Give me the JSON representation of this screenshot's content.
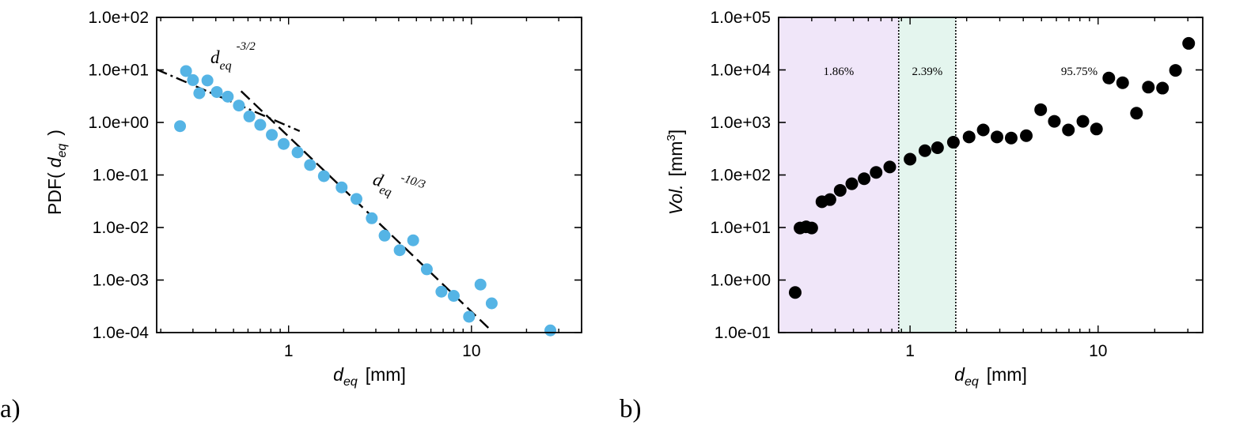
{
  "chart_data": [
    {
      "panel": "a)",
      "type": "scatter",
      "x_scale": "log",
      "y_scale": "log",
      "xlim": [
        0.19,
        40
      ],
      "ylim": [
        0.0001,
        100
      ],
      "x_ticks": [
        {
          "value": 1,
          "label": "1"
        },
        {
          "value": 10,
          "label": "10"
        }
      ],
      "y_ticks": [
        {
          "value": 100,
          "label": "1.0e+02"
        },
        {
          "value": 10,
          "label": "1.0e+01"
        },
        {
          "value": 1,
          "label": "1.0e+00"
        },
        {
          "value": 0.1,
          "label": "1.0e-01"
        },
        {
          "value": 0.01,
          "label": "1.0e-02"
        },
        {
          "value": 0.001,
          "label": "1.0e-03"
        },
        {
          "value": 0.0001,
          "label": "1.0e-04"
        }
      ],
      "xlabel": {
        "main": "d",
        "sub": "eq",
        "unit": "[mm]"
      },
      "ylabel": {
        "prefix": "PDF(",
        "main": "d",
        "sub": "eq",
        "suffix": ")"
      },
      "marker_color": "#55b4e5",
      "points": [
        {
          "x": 0.255,
          "y": 0.85
        },
        {
          "x": 0.275,
          "y": 9.5
        },
        {
          "x": 0.3,
          "y": 6.4
        },
        {
          "x": 0.325,
          "y": 3.6
        },
        {
          "x": 0.36,
          "y": 6.3
        },
        {
          "x": 0.405,
          "y": 3.8
        },
        {
          "x": 0.465,
          "y": 3.1
        },
        {
          "x": 0.535,
          "y": 2.1
        },
        {
          "x": 0.61,
          "y": 1.3
        },
        {
          "x": 0.7,
          "y": 0.9
        },
        {
          "x": 0.81,
          "y": 0.58
        },
        {
          "x": 0.94,
          "y": 0.39
        },
        {
          "x": 1.12,
          "y": 0.27
        },
        {
          "x": 1.31,
          "y": 0.155
        },
        {
          "x": 1.56,
          "y": 0.095
        },
        {
          "x": 1.95,
          "y": 0.058
        },
        {
          "x": 2.35,
          "y": 0.035
        },
        {
          "x": 2.85,
          "y": 0.015
        },
        {
          "x": 3.35,
          "y": 0.007
        },
        {
          "x": 4.05,
          "y": 0.0037
        },
        {
          "x": 4.8,
          "y": 0.0057
        },
        {
          "x": 5.7,
          "y": 0.0016
        },
        {
          "x": 6.85,
          "y": 0.0006
        },
        {
          "x": 8.0,
          "y": 0.0005
        },
        {
          "x": 9.7,
          "y": 0.0002
        },
        {
          "x": 11.2,
          "y": 0.00082
        },
        {
          "x": 12.9,
          "y": 0.00036
        },
        {
          "x": 27.0,
          "y": 0.00011
        }
      ],
      "fit_lines": [
        {
          "exponent": "-3/2",
          "x_range": [
            0.19,
            1.15
          ],
          "anchor": {
            "x": 0.19,
            "y": 10.2
          },
          "dash": "dashdot"
        },
        {
          "exponent": "-10/3",
          "x_range": [
            0.55,
            12.5
          ],
          "anchor": {
            "x": 0.55,
            "y": 3.95
          },
          "dash": "dash"
        }
      ],
      "annotations": [
        {
          "main": "d",
          "sub": "eq",
          "sup": "-3/2"
        },
        {
          "main": "d",
          "sub": "eq",
          "sup": "-10/3"
        }
      ]
    },
    {
      "panel": "b)",
      "type": "scatter",
      "x_scale": "log",
      "y_scale": "log",
      "xlim": [
        0.2,
        36
      ],
      "ylim": [
        0.1,
        100000
      ],
      "x_ticks": [
        {
          "value": 1,
          "label": "1"
        },
        {
          "value": 10,
          "label": "10"
        }
      ],
      "y_ticks": [
        {
          "value": 100000,
          "label": "1.0e+05"
        },
        {
          "value": 10000,
          "label": "1.0e+04"
        },
        {
          "value": 1000,
          "label": "1.0e+03"
        },
        {
          "value": 100,
          "label": "1.0e+02"
        },
        {
          "value": 10,
          "label": "1.0e+01"
        },
        {
          "value": 1,
          "label": "1.0e+00"
        },
        {
          "value": 0.1,
          "label": "1.0e-01"
        }
      ],
      "xlabel": {
        "main": "d",
        "sub": "eq",
        "unit": "[mm]"
      },
      "ylabel": {
        "main": "Vol.",
        "unit_prefix": "[mm",
        "unit_sup": "3",
        "unit_suffix": "]"
      },
      "marker_color": "#000000",
      "regions": [
        {
          "x_range": [
            0.2,
            0.87
          ],
          "color": "#f0e6f9",
          "label": "1.86%"
        },
        {
          "x_range": [
            0.87,
            1.75
          ],
          "color": "#e4f5ee",
          "label": "2.39%"
        },
        {
          "x_range": [
            1.75,
            36
          ],
          "color": "#ffffff",
          "label": "95.75%"
        }
      ],
      "boundaries": [
        0.87,
        1.75
      ],
      "points": [
        {
          "x": 0.245,
          "y": 0.58
        },
        {
          "x": 0.26,
          "y": 9.8
        },
        {
          "x": 0.28,
          "y": 10.3
        },
        {
          "x": 0.3,
          "y": 9.8
        },
        {
          "x": 0.34,
          "y": 31
        },
        {
          "x": 0.375,
          "y": 34
        },
        {
          "x": 0.425,
          "y": 51
        },
        {
          "x": 0.49,
          "y": 68
        },
        {
          "x": 0.57,
          "y": 85
        },
        {
          "x": 0.66,
          "y": 112
        },
        {
          "x": 0.78,
          "y": 142
        },
        {
          "x": 1.0,
          "y": 200
        },
        {
          "x": 1.2,
          "y": 290
        },
        {
          "x": 1.4,
          "y": 330
        },
        {
          "x": 1.7,
          "y": 420
        },
        {
          "x": 2.06,
          "y": 530
        },
        {
          "x": 2.45,
          "y": 720
        },
        {
          "x": 2.9,
          "y": 530
        },
        {
          "x": 3.45,
          "y": 505
        },
        {
          "x": 4.15,
          "y": 560
        },
        {
          "x": 4.95,
          "y": 1750
        },
        {
          "x": 5.85,
          "y": 1050
        },
        {
          "x": 6.95,
          "y": 720
        },
        {
          "x": 8.3,
          "y": 1050
        },
        {
          "x": 9.8,
          "y": 750
        },
        {
          "x": 11.4,
          "y": 7000
        },
        {
          "x": 13.5,
          "y": 5700
        },
        {
          "x": 16.0,
          "y": 1500
        },
        {
          "x": 18.5,
          "y": 4700
        },
        {
          "x": 22.0,
          "y": 4500
        },
        {
          "x": 25.8,
          "y": 9800
        },
        {
          "x": 30.3,
          "y": 32000
        }
      ]
    }
  ]
}
